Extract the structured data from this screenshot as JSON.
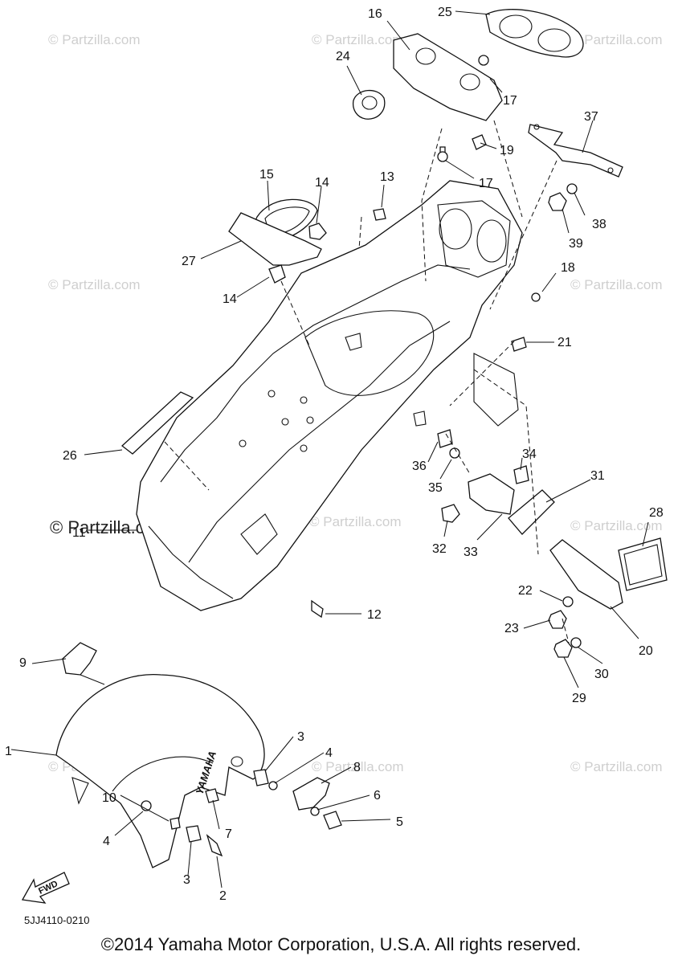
{
  "diagram_code": "5JJ4110-0210",
  "copyright": "©2014 Yamaha Motor Corporation, U.S.A. All rights reserved.",
  "watermark": "© Partzilla.com",
  "fender_logo": "YAMAHA",
  "fwd_arrow_text": "FWD",
  "callouts": [
    "1",
    "2",
    "3",
    "4",
    "5",
    "6",
    "7",
    "8",
    "9",
    "10",
    "11",
    "12",
    "13",
    "14",
    "15",
    "16",
    "17",
    "18",
    "19",
    "20",
    "21",
    "22",
    "23",
    "24",
    "25",
    "26",
    "27",
    "28",
    "29",
    "30",
    "31",
    "32",
    "33",
    "34",
    "35",
    "36",
    "37",
    "38",
    "39"
  ],
  "colors": {
    "line": "#111111",
    "watermark": "#cfcfcf",
    "background": "#ffffff"
  }
}
